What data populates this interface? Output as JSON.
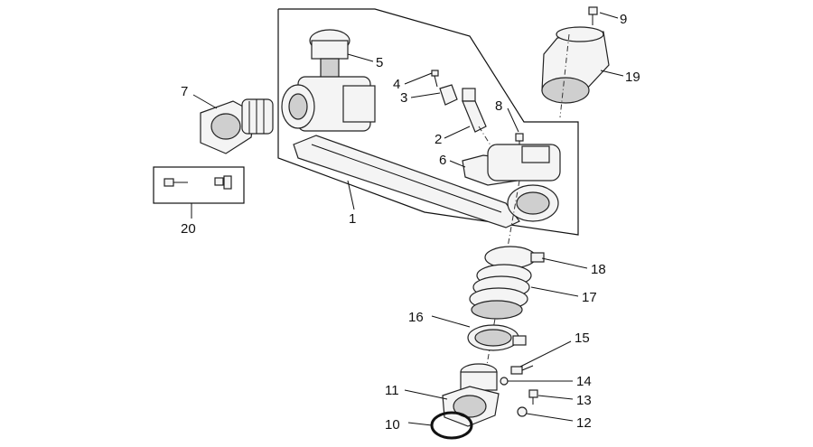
{
  "diagram": {
    "labels": [
      {
        "id": "1",
        "text": "1"
      },
      {
        "id": "2",
        "text": "2"
      },
      {
        "id": "3",
        "text": "3"
      },
      {
        "id": "4",
        "text": "4"
      },
      {
        "id": "5",
        "text": "5"
      },
      {
        "id": "6",
        "text": "6"
      },
      {
        "id": "7",
        "text": "7"
      },
      {
        "id": "8",
        "text": "8"
      },
      {
        "id": "9",
        "text": "9"
      },
      {
        "id": "10",
        "text": "10"
      },
      {
        "id": "11",
        "text": "11"
      },
      {
        "id": "12",
        "text": "12"
      },
      {
        "id": "13",
        "text": "13"
      },
      {
        "id": "14",
        "text": "14"
      },
      {
        "id": "15",
        "text": "15"
      },
      {
        "id": "16",
        "text": "16"
      },
      {
        "id": "17",
        "text": "17"
      },
      {
        "id": "18",
        "text": "18"
      },
      {
        "id": "19",
        "text": "19"
      },
      {
        "id": "20",
        "text": "20"
      }
    ]
  }
}
